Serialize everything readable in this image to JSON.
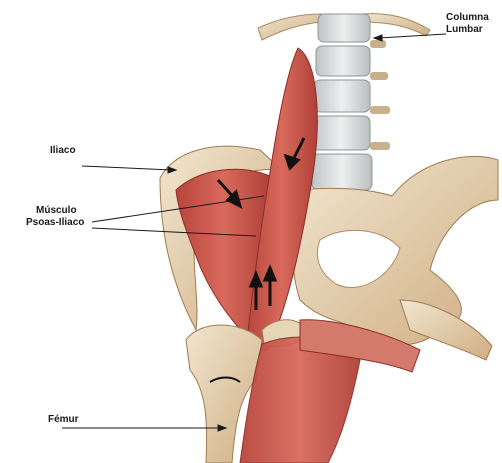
{
  "labels": {
    "columna": "Columna",
    "lumbar": "Lumbar",
    "iliaco": "Iliaco",
    "musculo": "Músculo",
    "psoas_iliaco": "Psoas-Iliaco",
    "femur": "Fémur"
  },
  "colors": {
    "bone": "#e8dcc4",
    "bone_shadow": "#c79a6a",
    "muscle": "#c8544a",
    "muscle_light": "#e09a8a",
    "vertebra": "#d9dcdc",
    "line": "#1a1a1a"
  }
}
